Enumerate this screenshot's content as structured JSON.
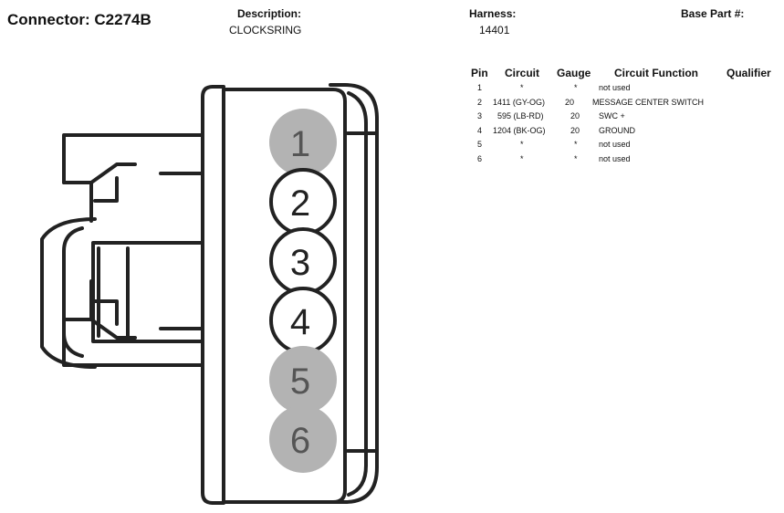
{
  "connector": {
    "label": "Connector: C2274B"
  },
  "description": {
    "label": "Description:",
    "value": "CLOCKSRING"
  },
  "harness": {
    "label": "Harness:",
    "value": "14401"
  },
  "base_part": {
    "label": "Base Part #:"
  },
  "table": {
    "headers": {
      "pin": "Pin",
      "circuit": "Circuit",
      "gauge": "Gauge",
      "function": "Circuit Function",
      "qualifier": "Qualifier"
    },
    "rows": [
      {
        "pin": "1",
        "circuit": "*",
        "gauge": "*",
        "function": "not used"
      },
      {
        "pin": "2",
        "circuit": "1411 (GY-OG)",
        "gauge": "20",
        "function": "MESSAGE CENTER SWITCH"
      },
      {
        "pin": "3",
        "circuit": "595 (LB-RD)",
        "gauge": "20",
        "function": "SWC +"
      },
      {
        "pin": "4",
        "circuit": "1204 (BK-OG)",
        "gauge": "20",
        "function": "GROUND"
      },
      {
        "pin": "5",
        "circuit": "*",
        "gauge": "*",
        "function": "not used"
      },
      {
        "pin": "6",
        "circuit": "*",
        "gauge": "*",
        "function": "not used"
      }
    ]
  },
  "diagram": {
    "pins": [
      {
        "number": "1",
        "used": false
      },
      {
        "number": "2",
        "used": true
      },
      {
        "number": "3",
        "used": true
      },
      {
        "number": "4",
        "used": true
      },
      {
        "number": "5",
        "used": false
      },
      {
        "number": "6",
        "used": false
      }
    ],
    "colors": {
      "unused_pin": "#b3b3b3",
      "used_pin": "#ffffff",
      "outline": "#222222"
    }
  }
}
